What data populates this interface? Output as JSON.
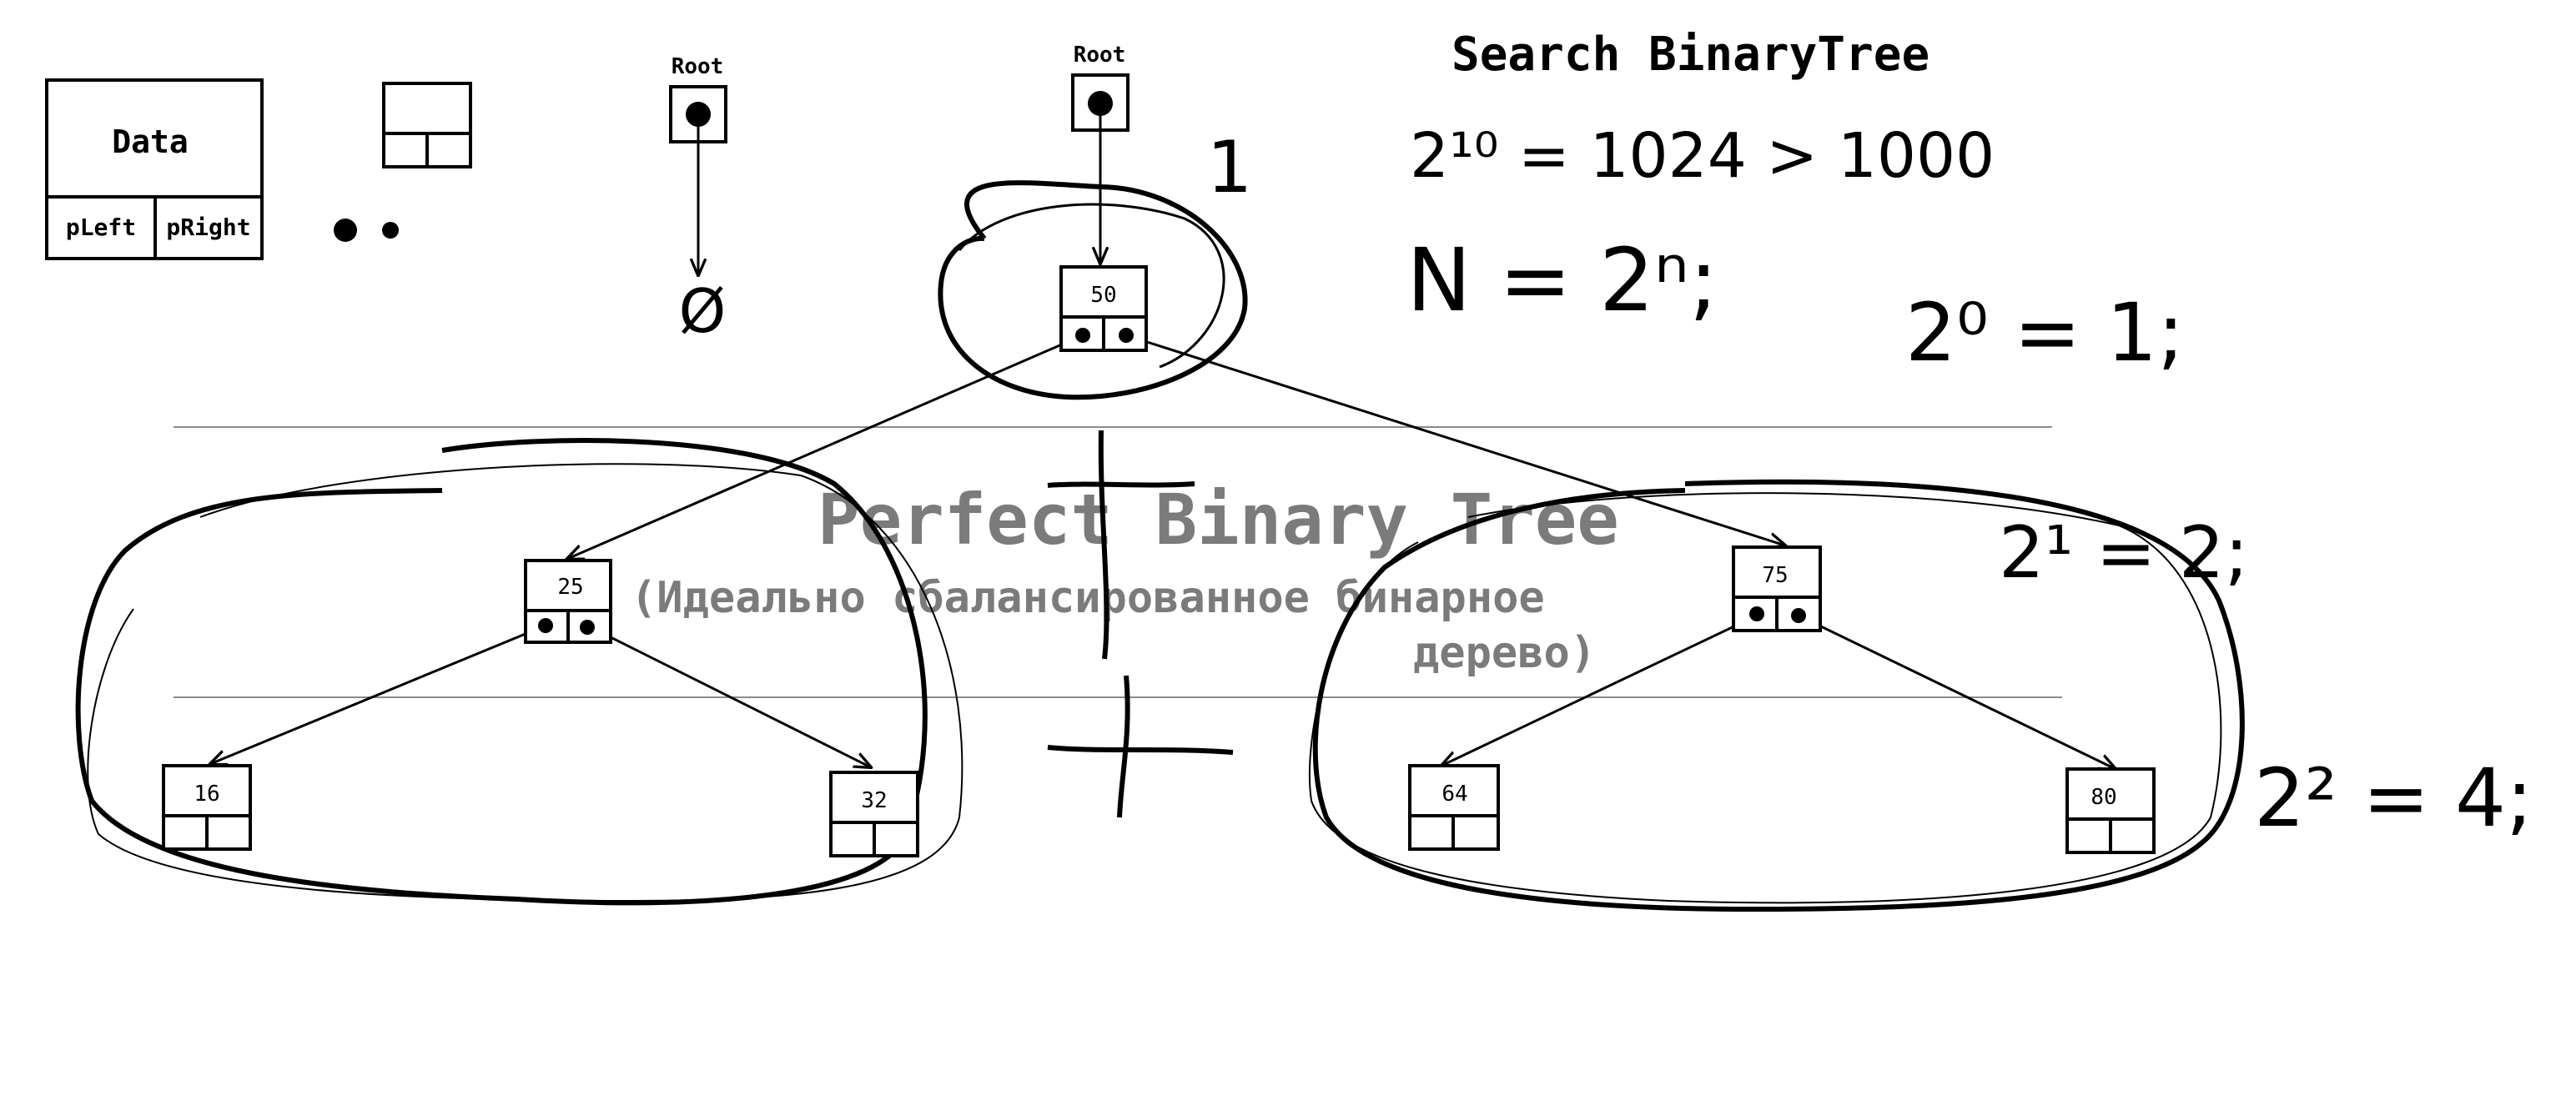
{
  "title": "Search BinaryTree",
  "legend": {
    "data_label": "Data",
    "left_label": "pLeft",
    "right_label": "pRight"
  },
  "root_labels": [
    "Root",
    "Root"
  ],
  "empty_symbol": "Ø",
  "watermark": {
    "main": "Perfect Binary Tree",
    "sub_line1": "(Идеально сбалансированное бинарное",
    "sub_line2": "дерево)"
  },
  "tree": {
    "root": "50",
    "level1": [
      "25",
      "75"
    ],
    "level2": [
      "16",
      "32",
      "64",
      "80"
    ]
  },
  "notes": {
    "level0_count": "1",
    "pow10": "2¹⁰ = 1024 > 1000",
    "formula": "N = 2ⁿ;",
    "pow0": "2⁰ = 1;",
    "pow1": "2¹ = 2;",
    "pow2": "2² = 4;"
  },
  "colors": {
    "ink": "#000000",
    "watermark": "#7b7b7b",
    "guide_line": "#8a8a8a"
  }
}
